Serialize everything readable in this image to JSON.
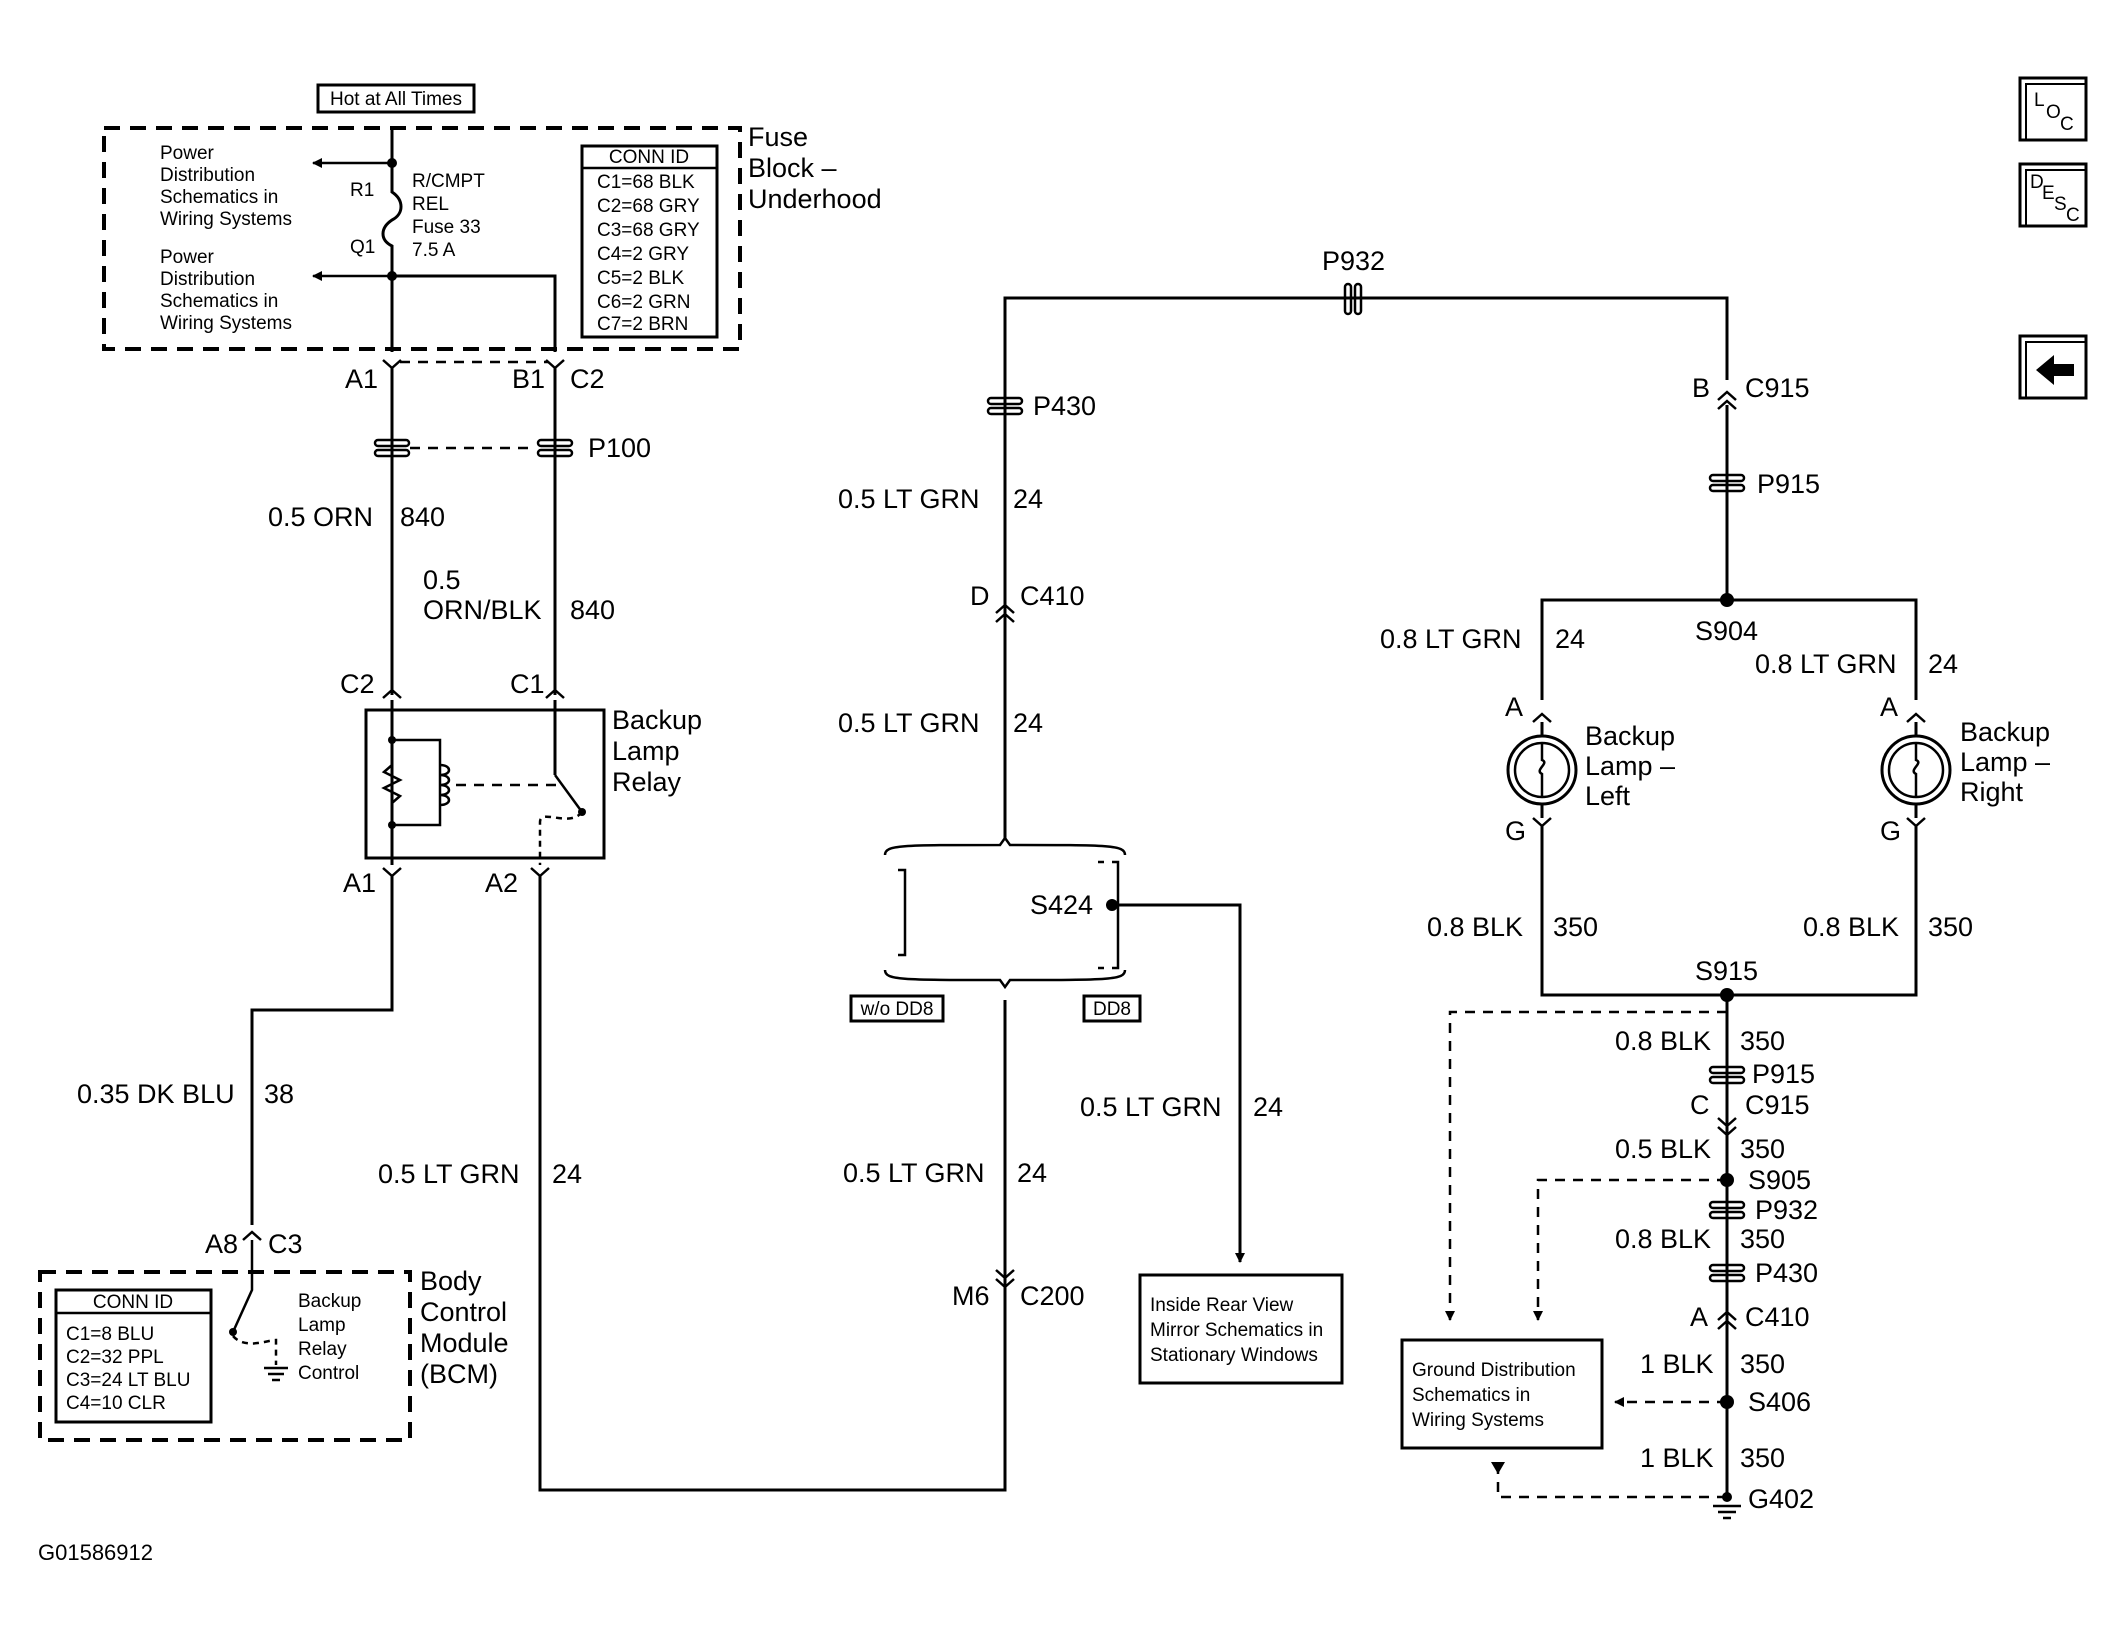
{
  "header": {
    "hot_label": "Hot at All Times"
  },
  "fuse_block": {
    "title_lines": [
      "Fuse",
      "Block –",
      "Underhood"
    ],
    "power_dist_1": [
      "Power",
      "Distribution",
      "Schematics in",
      "Wiring Systems"
    ],
    "power_dist_2": [
      "Power",
      "Distribution",
      "Schematics in",
      "Wiring Systems"
    ],
    "r1": "R1",
    "q1": "Q1",
    "fuse_lines": [
      "R/CMPT",
      "REL",
      "Fuse 33",
      "7.5 A"
    ],
    "conn_title": "CONN ID",
    "conn_rows": [
      "C1=68 BLK",
      "C2=68 GRY",
      "C3=68 GRY",
      "C4=2 GRY",
      "C5=2 BLK",
      "C6=2 GRN",
      "C7=2 BRN"
    ],
    "pin_a1": "A1",
    "pin_b1": "B1",
    "pin_c2": "C2"
  },
  "left_circuit": {
    "p100": "P100",
    "wire1_color": "0.5 ORN",
    "wire1_circuit": "840",
    "wire2_gauge": "0.5",
    "wire2_color": "ORN/BLK",
    "wire2_circuit": "840",
    "relay_c2": "C2",
    "relay_c1": "C1",
    "relay_title": [
      "Backup",
      "Lamp",
      "Relay"
    ],
    "relay_a1": "A1",
    "relay_a2": "A2",
    "wire3_color": "0.35 DK BLU",
    "wire3_circuit": "38",
    "wire4_color": "0.5 LT GRN",
    "wire4_circuit": "24",
    "bcm_a8": "A8",
    "bcm_c3": "C3"
  },
  "bcm": {
    "title_lines": [
      "Body",
      "Control",
      "Module",
      "(BCM)"
    ],
    "conn_title": "CONN ID",
    "conn_rows": [
      "C1=8 BLU",
      "C2=32 PPL",
      "C3=24 LT BLU",
      "C4=10 CLR"
    ],
    "control_lines": [
      "Backup",
      "Lamp",
      "Relay",
      "Control"
    ]
  },
  "middle_circuit": {
    "p932": "P932",
    "p430": "P430",
    "w1_color": "0.5 LT GRN",
    "w1_circuit": "24",
    "c410_pin": "D",
    "c410": "C410",
    "w2_color": "0.5 LT GRN",
    "w2_circuit": "24",
    "s424": "S424",
    "wo_dd8": "w/o DD8",
    "dd8": "DD8",
    "w3_color": "0.5 LT GRN",
    "w3_circuit": "24",
    "w4_color": "0.5 LT GRN",
    "w4_circuit": "24",
    "m6": "M6",
    "c200": "C200",
    "mirror_lines": [
      "Inside Rear View",
      "Mirror Schematics in",
      "Stationary Windows"
    ]
  },
  "right_circuit": {
    "b_pin": "B",
    "c915": "C915",
    "p915": "P915",
    "s904": "S904",
    "left_wire_color": "0.8 LT GRN",
    "left_wire_circuit": "24",
    "right_wire_color": "0.8 LT GRN",
    "right_wire_circuit": "24",
    "lamp_left_a": "A",
    "lamp_left_g": "G",
    "lamp_left_title": [
      "Backup",
      "Lamp –",
      "Left"
    ],
    "lamp_right_a": "A",
    "lamp_right_g": "G",
    "lamp_right_title": [
      "Backup",
      "Lamp –",
      "Right"
    ],
    "gnd_left_color": "0.8 BLK",
    "gnd_left_circuit": "350",
    "gnd_right_color": "0.8 BLK",
    "gnd_right_circuit": "350",
    "s915": "S915",
    "g1_color": "0.8 BLK",
    "g1_circuit": "350",
    "p915_b": "P915",
    "c_pin": "C",
    "c915_b": "C915",
    "g2_color": "0.5 BLK",
    "g2_circuit": "350",
    "s905": "S905",
    "p932_b": "P932",
    "g3_color": "0.8 BLK",
    "g3_circuit": "350",
    "p430_b": "P430",
    "a_pin": "A",
    "c410_b": "C410",
    "g4_color": "1 BLK",
    "g4_circuit": "350",
    "s406": "S406",
    "g5_color": "1 BLK",
    "g5_circuit": "350",
    "g402": "G402",
    "ground_lines": [
      "Ground Distribution",
      "Schematics in",
      "Wiring Systems"
    ]
  },
  "nav": {
    "loc": [
      "L",
      "O",
      "C"
    ],
    "desc": [
      "D",
      "E",
      "S",
      "C"
    ],
    "back_icon": "left-arrow-icon"
  },
  "footer": {
    "figure_id": "G01586912"
  }
}
